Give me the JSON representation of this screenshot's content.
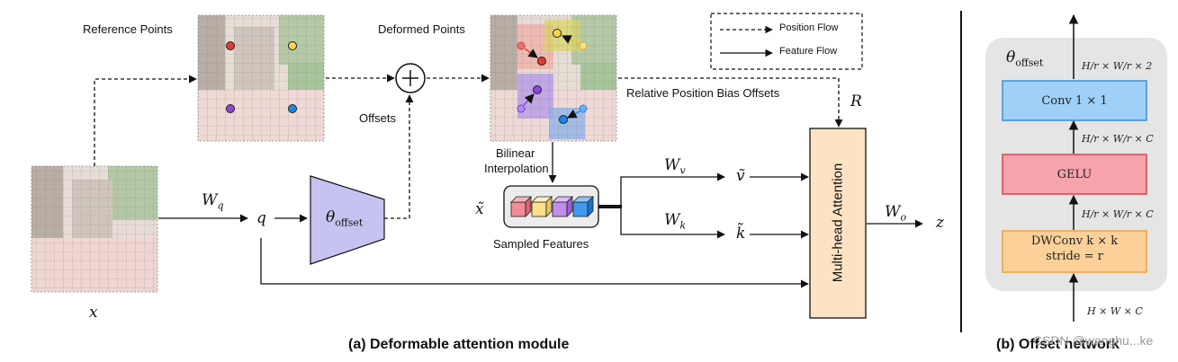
{
  "module": {
    "reference_points_label": "Reference Points",
    "deformed_points_label": "Deformed Points",
    "offsets_label": "Offsets",
    "bilinear_label_line1": "Bilinear",
    "bilinear_label_line2": "Interpolation",
    "sampled_features_label": "Sampled Features",
    "relative_bias_label": "Relative Position Bias Offsets",
    "legend_position": "Position Flow",
    "legend_feature": "Feature Flow",
    "x_label": "x",
    "wq_label": "W",
    "wq_sub": "q",
    "q_label": "q",
    "theta_label": "θ",
    "theta_sub": "offset",
    "x_tilde": "x̃",
    "wv_label": "W",
    "wv_sub": "v",
    "wk_label": "W",
    "wk_sub": "k",
    "v_tilde": "ṽ",
    "k_tilde": "k̃",
    "r_label": "R",
    "mha_label": "Multi-head Attention",
    "wo_label": "W",
    "wo_sub": "o",
    "z_label": "z",
    "caption": "(a)  Deformable attention module"
  },
  "offset_net": {
    "theta_label": "θ",
    "theta_sub": "offset",
    "dim_out": "H/r × W/r × 2",
    "conv_label": "Conv 1 × 1",
    "dim_mid1": "H/r × W/r × C",
    "gelu_label": "GELU",
    "dim_mid2": "H/r × W/r × C",
    "dwconv_line1": "DWConv k × k",
    "dwconv_line2": "stride = r",
    "dim_in": "H × W × C",
    "caption": "(b)  Offset network",
    "watermark": "CSDN @wanghu...ke"
  },
  "colors": {
    "conv_fill": "#9fd0f7",
    "conv_stroke": "#3b8fd8",
    "gelu_fill": "#f7a3ad",
    "gelu_stroke": "#e0404f",
    "dwconv_fill": "#fcd199",
    "dwconv_stroke": "#f0a040",
    "mha_fill": "#fde3c4",
    "theta_fill": "#c7c3f0",
    "offset_bg": "#e5e5e5"
  }
}
